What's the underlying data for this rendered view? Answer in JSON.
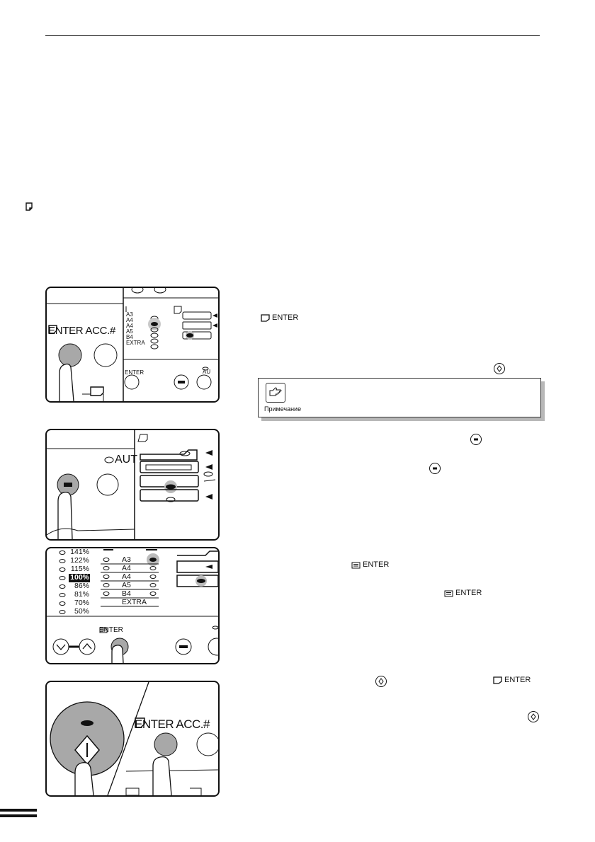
{
  "panel": {
    "enter_key": "ENTER",
    "enter_acc_key": "ENTER ACC.#",
    "auto_label": "AUT",
    "paper_sizes": [
      "A3",
      "A4",
      "A4",
      "A5",
      "B4",
      "EXTRA"
    ],
    "ratios": [
      "141%",
      "122%",
      "115%",
      "100%",
      "86%",
      "81%",
      "70%",
      "50%"
    ]
  },
  "note": {
    "label": "Примечание"
  },
  "inline_labels": {
    "enter_1": "ENTER",
    "enter_2": "ENTER",
    "enter_3": "ENTER",
    "enter_4": "ENTER"
  }
}
